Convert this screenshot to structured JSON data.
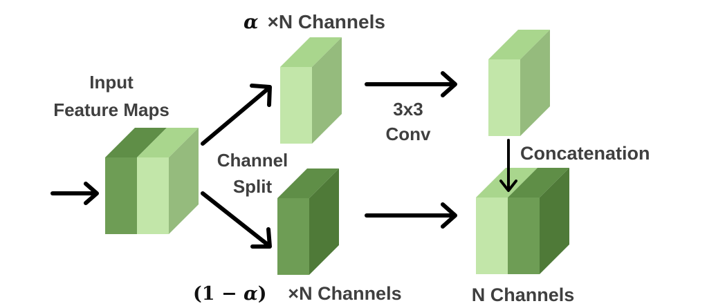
{
  "labels": {
    "input_line1": "Input",
    "input_line2": "Feature Maps",
    "alpha_symbol": "α",
    "alpha_channels": "×N Channels",
    "channel_split_line1": "Channel",
    "channel_split_line2": "Split",
    "conv_line1": "3x3",
    "conv_line2": "Conv",
    "concatenation": "Concatenation",
    "one_minus_open": "(1 − ",
    "one_minus_alpha": "α",
    "one_minus_close": ")",
    "one_minus_channels": "×N Channels",
    "output_channels": "N Channels"
  },
  "colors": {
    "light_green_front": "#c2e6a9",
    "light_green_top": "#a9d68d",
    "light_green_side": "#95bb7d",
    "dark_green_front": "#6e9d55",
    "dark_green_top": "#5f8e47",
    "dark_green_side": "#4f7a38",
    "mid_green_side": "#8cb673",
    "arrow": "#000000",
    "label_text": "#3f3f3f"
  }
}
